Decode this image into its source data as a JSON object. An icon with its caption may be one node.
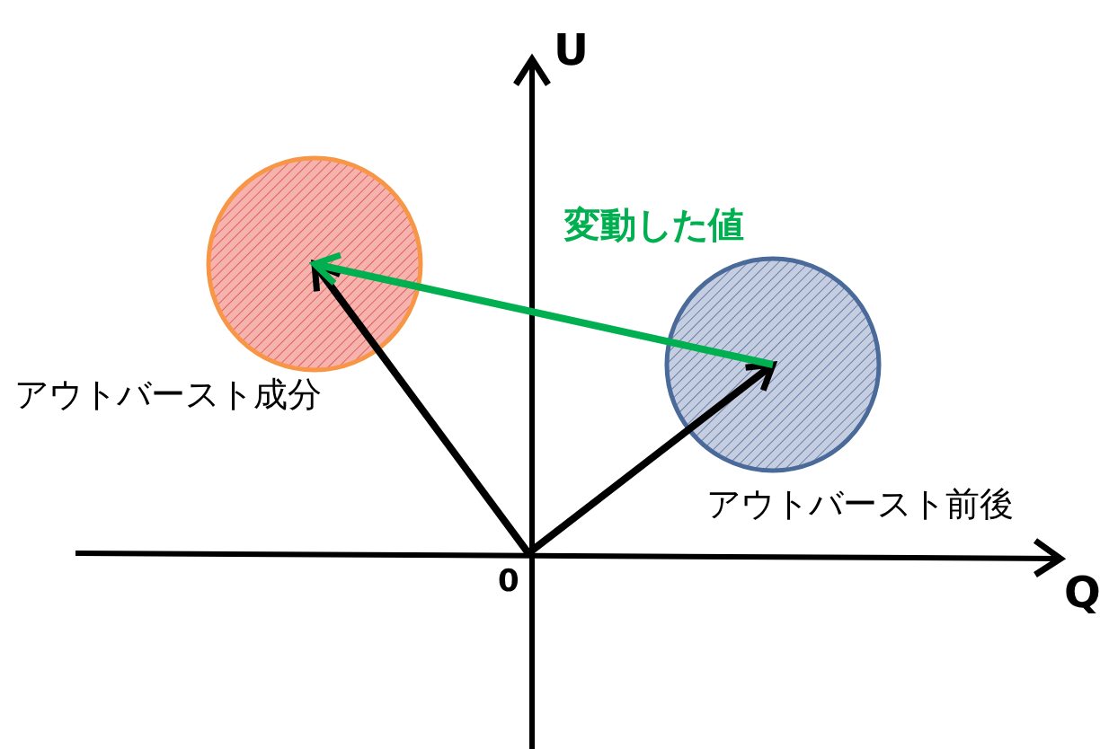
{
  "diagram": {
    "nodes": [
      {
        "text": [
          "0"
        ]
      },
      {
        "text": [],
        "shape": "circle",
        "beside": [
          "アウトバースト成分"
        ]
      },
      {
        "text": [],
        "shape": "circle",
        "beside": [
          "アウトバースト前後"
        ]
      }
    ],
    "edges": [
      {
        "from": 0,
        "to": 1,
        "arrow": "to"
      },
      {
        "from": 0,
        "to": 2,
        "arrow": "to"
      },
      {
        "from": 2,
        "to": 1,
        "arrow": "to",
        "label": "変動した値",
        "color": "#00b050"
      }
    ],
    "labels": [
      "U",
      "Q"
    ]
  }
}
